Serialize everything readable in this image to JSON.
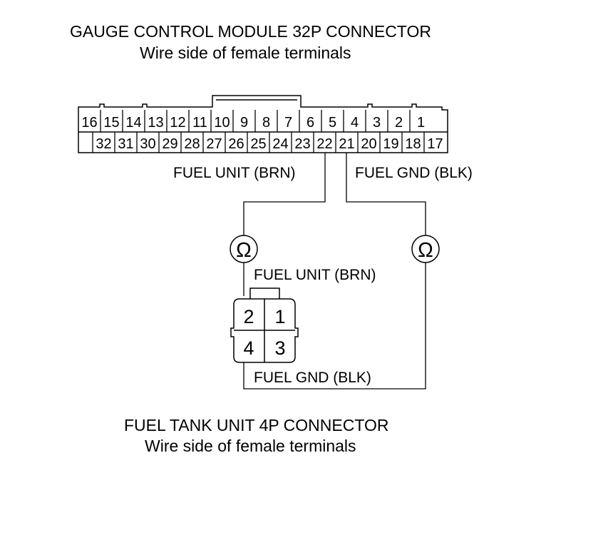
{
  "gcm_connector": {
    "title": "GAUGE CONTROL MODULE 32P CONNECTOR",
    "subtitle": "Wire side of female terminals",
    "top_row": [
      "16",
      "15",
      "14",
      "13",
      "12",
      "11",
      "10",
      "9",
      "8",
      "7",
      "6",
      "5",
      "4",
      "3",
      "2",
      "1"
    ],
    "bottom_row": [
      "",
      "32",
      "31",
      "30",
      "29",
      "28",
      "27",
      "26",
      "25",
      "24",
      "23",
      "22",
      "21",
      "20",
      "19",
      "18",
      "17"
    ]
  },
  "gcm_wire_labels": {
    "fuel_unit": "FUEL UNIT (BRN)",
    "fuel_gnd": "FUEL GND (BLK)"
  },
  "ohmmeter": {
    "symbol": "Ω"
  },
  "ftu_connector": {
    "title": "FUEL TANK UNIT 4P CONNECTOR",
    "subtitle": "Wire side of female terminals",
    "terminals": [
      "2",
      "1",
      "4",
      "3"
    ]
  },
  "ftu_wire_labels": {
    "fuel_unit": "FUEL UNIT (BRN)",
    "fuel_gnd": "FUEL GND (BLK)"
  },
  "colors": {
    "line": "#000000",
    "background": "#ffffff"
  }
}
